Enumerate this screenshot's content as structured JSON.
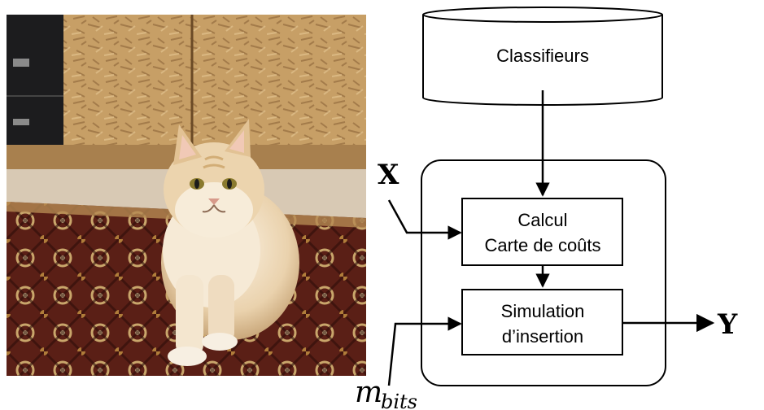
{
  "diagram": {
    "classifiers_label": "Classifieurs",
    "cost_map_line1": "Calcul",
    "cost_map_line2": "Carte de coûts",
    "simulation_line1": "Simulation",
    "simulation_line2": "d’insertion",
    "input_label": "X",
    "output_label": "Y",
    "message_label_base": "m",
    "message_label_sub": "bits"
  },
  "photo": {
    "subject_icon": "cat-photo"
  },
  "colors": {
    "wood": "#c9a36b",
    "rug": "#6e2a1c",
    "cat": "#e9d2b0",
    "stroke": "#000000"
  }
}
